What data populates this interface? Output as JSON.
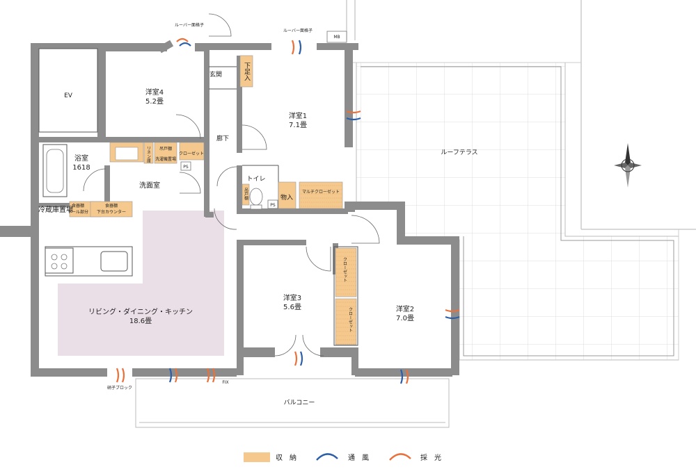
{
  "rooms": {
    "ev": "EV",
    "bedroom4_name": "洋室4",
    "bedroom4_size": "5.2畳",
    "entrance": "玄関",
    "shoe_closet": "下足入",
    "bedroom1_name": "洋室1",
    "bedroom1_size": "7.1畳",
    "corridor": "廊下",
    "bathroom_name": "浴室",
    "bathroom_size": "1618",
    "washroom": "洗面室",
    "linen": "リネン庫",
    "hanging_shelf": "吊戸棚",
    "washer_shelf": "洗濯機置場",
    "closet_small": "クローゼット",
    "ps": "PS",
    "toilet": "トイレ",
    "toilet_shelf": "吊戸棚",
    "storage": "物入",
    "multi_closet": "マルチクローゼット",
    "fridge": "冷蔵庫置場",
    "pantry1_name": "食器棚",
    "pantry1_sub": "トール部分",
    "pantry2_name": "食器棚",
    "pantry2_sub": "下台カウンター",
    "ldk_name": "リビング・ダイニング・キッチン",
    "ldk_size": "18.6畳",
    "bedroom3_name": "洋室3",
    "bedroom3_size": "5.6畳",
    "bedroom2_name": "洋室2",
    "bedroom2_size": "7.0畳",
    "closet3": "クローゼット",
    "closet2": "クローゼット",
    "roof_terrace": "ルーフテラス",
    "balcony": "バルコニー",
    "mb": "MB"
  },
  "annotations": {
    "louver_grille_1": "ルーバー面格子",
    "louver_grille_2": "ルーバー面格子",
    "glass_block": "硝子ブロック",
    "fix": "FIX"
  },
  "legend": {
    "storage": "収　納",
    "ventilation": "通　風",
    "daylight": "採　光"
  },
  "colors": {
    "storage": "#f5c98e",
    "wall": "#8c8c8c",
    "ldk_highlight": "#eadfe6",
    "terrace_grid": "#d9d9d9",
    "ventilation": "#2d5fa8",
    "daylight": "#e8713c"
  }
}
